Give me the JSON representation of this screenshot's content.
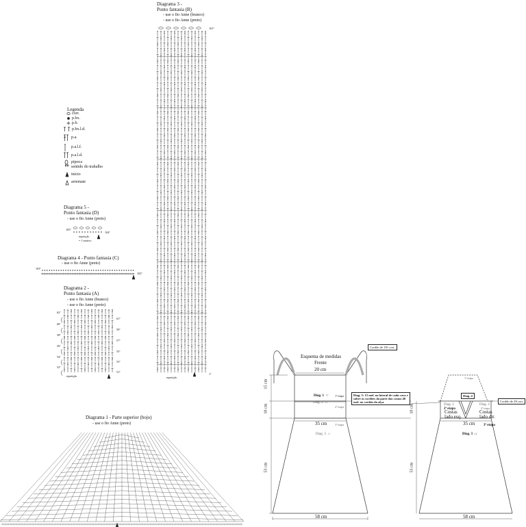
{
  "diagram3": {
    "title": "Diagrama 3 -",
    "subtitle": "Ponto fantasia (B)",
    "legend": [
      "- use o fio Anne (branco)",
      "- use o fio Anne (preto)"
    ],
    "repeat_label": "repetição",
    "row_top": "101ª",
    "row_bottom": "1ª"
  },
  "legenda": {
    "title": "Legenda",
    "items": [
      "corr.",
      "p.bx.",
      "p.b.",
      "p.bx.l.d.",
      "p.a.",
      "p.a.l.f.",
      "p.a.l.d.",
      "pipoca",
      "sentido do trabalho",
      "início",
      "arremate"
    ]
  },
  "diagram5": {
    "title": "Diagrama 5 -",
    "subtitle": "Ponto fantasia (D)",
    "legend": "- use o fio Anne (preto)",
    "row_left": "105ª",
    "row_right": "104ª",
    "repeat": "repetição",
    "repeat_note": "= 1 motivo"
  },
  "diagram4": {
    "title": "Diagrama 4 - Ponto fantasia (C)",
    "legend": "- use o fio Anne (preto)",
    "row_left": "103ª",
    "row_right": "102ª"
  },
  "diagram2": {
    "title": "Diagrama 2 -",
    "subtitle": "Ponto fantasia (A)",
    "legend": [
      "- use o fio Anne (branco)",
      "- use o fio Anne (preto)"
    ],
    "rows_left": [
      "62ª",
      "60ª",
      "58ª",
      "56ª",
      "54ª",
      "52ª"
    ],
    "rows_right": [
      "61ª",
      "59ª",
      "57ª",
      "55ª",
      "53ª",
      "51ª"
    ],
    "repeat": "repetição"
  },
  "diagram1": {
    "title": "Diagrama 1 - Parte superior (bojo)",
    "legend": "- use o fio Anne (preto)"
  },
  "scheme": {
    "title": "Esquema de medidas",
    "subtitle": "Frente",
    "cordao_top": "Cordão de 181 corr.",
    "cordao_side": "Cordão de 28 corr.",
    "top_width": "20 cm",
    "h1": "15 cm",
    "h2": "10 cm",
    "h3": "53 cm",
    "mid_width": "35 cm",
    "bottom_width": "58 cm",
    "front": {
      "d1": "Diag. 1",
      "arrows_up": "↑↑",
      "etapa1": "1ª etapa",
      "d2": "Diag. 2",
      "arrows_down": "↓↓",
      "etapa2": "2ª etapa",
      "etapa3": "3ª etapa",
      "d3": "Diag. 3"
    },
    "note": "Diag. 5: 15 mel. na lateral de cada cava e sobre os cordões da parte das costas 40 mel. no cordão da alça.",
    "back": {
      "etapa1": "1ª etapa",
      "d4": "Diag. 4",
      "d2": "Diag. 2",
      "etapa2": "2ª etapa",
      "costas_esq_1": "Costas",
      "costas_esq_2": "lado esq.",
      "costas_dir_1": "Costas",
      "costas_dir_2": "lado dir.",
      "etapa3": "3ª etapa",
      "d3": "Diag. 3",
      "h1": "10 cm",
      "h2": "53 cm",
      "mid": "35 cm",
      "bottom": "58 cm"
    }
  }
}
